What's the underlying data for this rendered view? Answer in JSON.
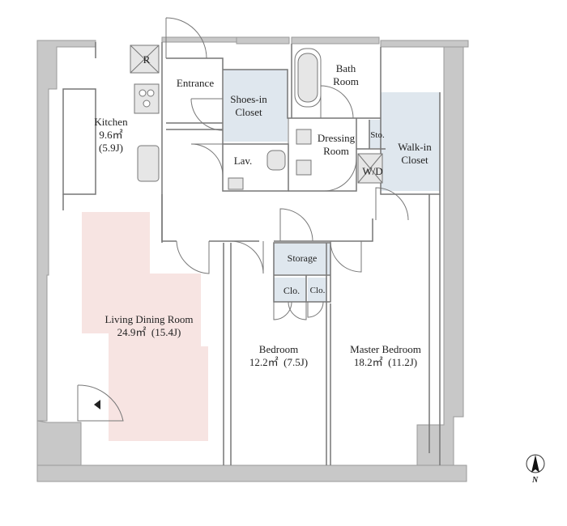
{
  "rooms": {
    "kitchen": {
      "name": "Kitchen",
      "area": "9.6㎡",
      "tatami": "(5.9J)"
    },
    "refrigerator": {
      "name": "R"
    },
    "entrance": {
      "name": "Entrance"
    },
    "shoes_in_closet": {
      "line1": "Shoes-in",
      "line2": "Closet"
    },
    "bath_room": {
      "line1": "Bath",
      "line2": "Room"
    },
    "dressing_room": {
      "line1": "Dressing",
      "line2": "Room"
    },
    "storage_small": {
      "name": "Sto."
    },
    "washer_dryer": {
      "name": "W/D"
    },
    "walk_in_closet": {
      "line1": "Walk-in",
      "line2": "Closet"
    },
    "lavatory": {
      "name": "Lav."
    },
    "storage": {
      "name": "Storage"
    },
    "closet_a": {
      "name": "Clo."
    },
    "closet_b": {
      "name": "Clo."
    },
    "living_dining": {
      "name": "Living Dining Room",
      "area": "24.9㎡",
      "tatami": "(15.4J)"
    },
    "bedroom": {
      "name": "Bedroom",
      "area": "12.2㎡",
      "tatami": "(7.5J)"
    },
    "master_bedroom": {
      "name": "Master Bedroom",
      "area": "18.2㎡",
      "tatami": "(11.2J)"
    }
  },
  "compass": {
    "label": "N"
  },
  "colors": {
    "wall": "#c8c8c8",
    "wall_stroke": "#9a9a9a",
    "line": "#777777",
    "closet_fill": "#dfe7ee",
    "living_highlight": "#f7e4e2",
    "fixture": "#e6e6e6"
  }
}
